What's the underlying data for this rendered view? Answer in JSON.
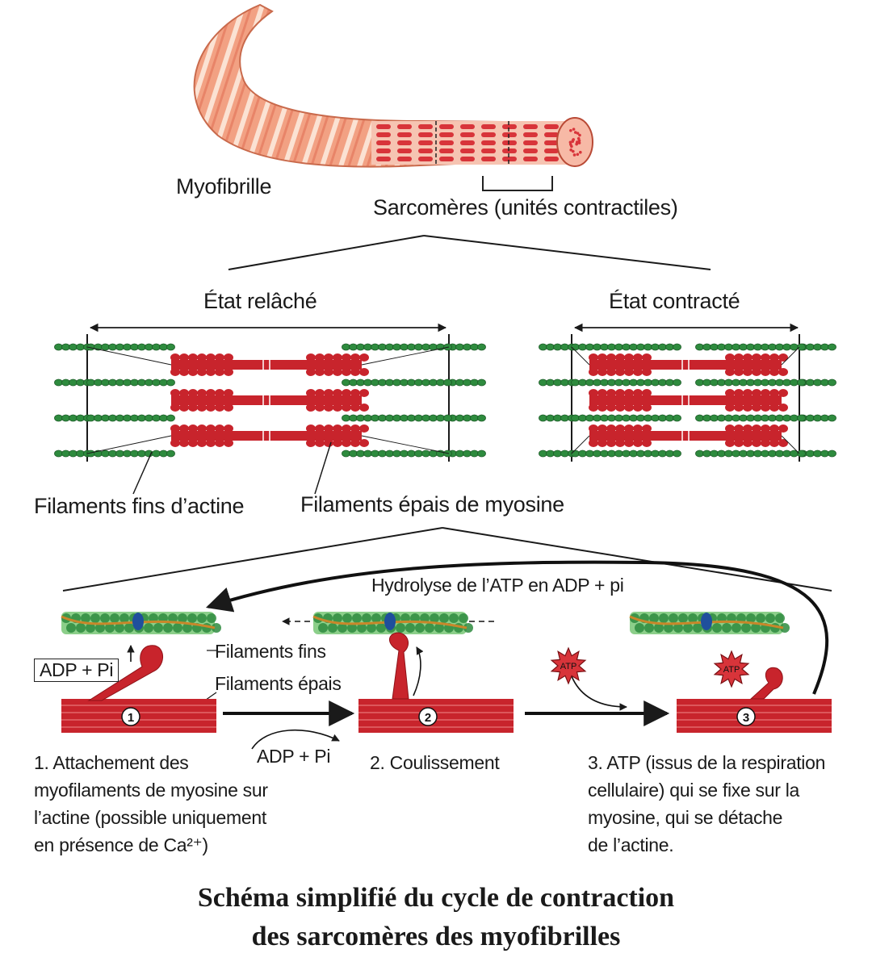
{
  "labels": {
    "myofibrille": "Myofibrille",
    "sarcomeres": "Sarcomères (unités contractiles)",
    "etat_relache": "État relâché",
    "etat_contracte": "État contracté",
    "filaments_fins_actine": "Filaments fins d’actine",
    "filaments_epais_myosine": "Filaments épais de myosine",
    "hydrolyse": "Hydrolyse de l’ATP en ADP + pi",
    "filaments_fins": "Filaments fins",
    "filaments_epais": "Filaments épais",
    "adp_pi_box": "ADP + Pi",
    "adp_pi_arrow": "ADP + Pi",
    "atp_star_1": "ATP",
    "atp_star_2": "ATP"
  },
  "steps": [
    {
      "number": "1",
      "lines": [
        "1. Attachement des",
        "myofilaments de myosine sur",
        "l’actine (possible uniquement",
        "en présence de Ca²⁺)"
      ]
    },
    {
      "number": "2",
      "lines": [
        "2. Coulissement"
      ]
    },
    {
      "number": "3",
      "lines": [
        "3. ATP (issus de la respiration",
        "cellulaire) qui se fixe sur la",
        "myosine, qui se détache",
        "de l’actine."
      ]
    }
  ],
  "title": {
    "line1": "Schéma simplifié du cycle de contraction",
    "line2": "des sarcomères des myofibrilles"
  },
  "colors": {
    "myosin": "#c8242c",
    "myosin_dark": "#8e1218",
    "actin": "#2e8b3e",
    "actin_light": "#8ccf8a",
    "fibre": "#f2a183",
    "fibre_stripe": "#fbe2d3",
    "fibre_red": "#d8343a",
    "tropomyosin": "#c8872a",
    "troponin": "#1f4f9c",
    "line": "#1a1a1a"
  }
}
